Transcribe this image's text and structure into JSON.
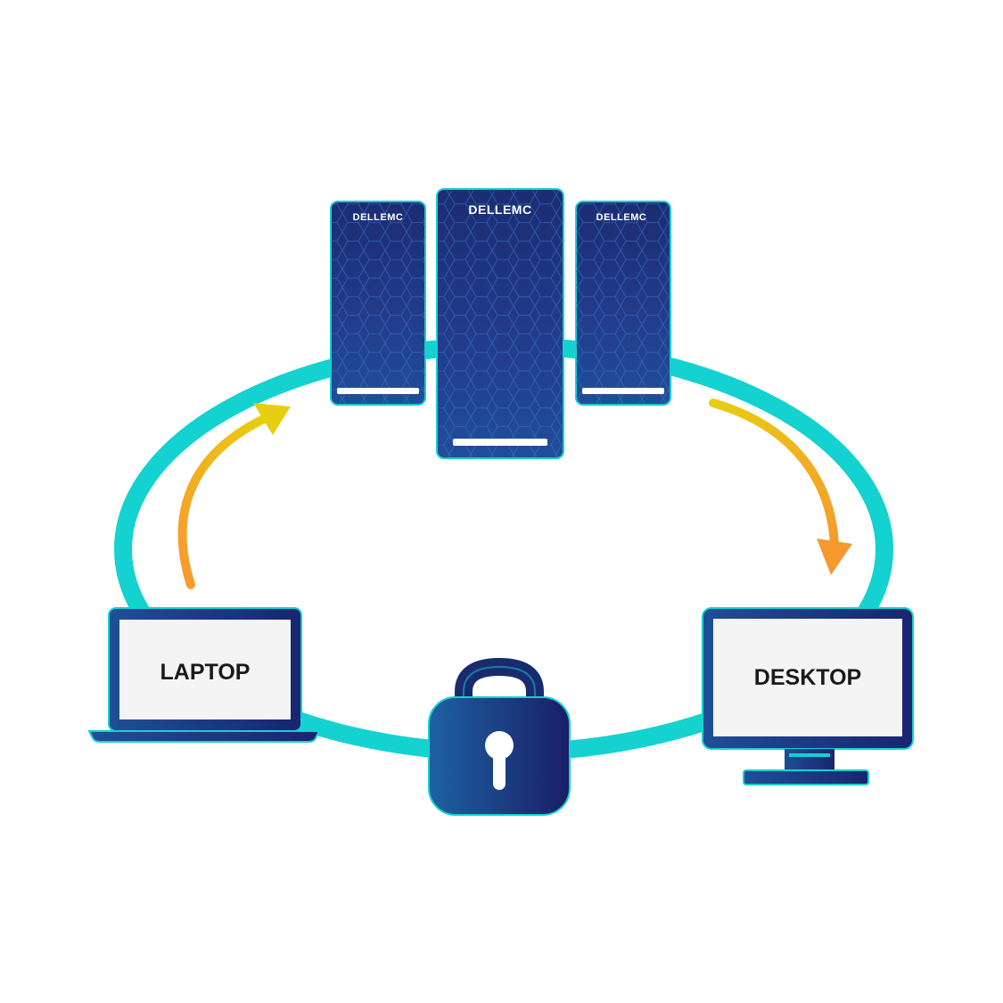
{
  "colors": {
    "ring": "#14d2cf",
    "navy_dark": "#1a2a6e",
    "navy_mid": "#243a8c",
    "navy_light": "#1f4f9a",
    "lock_left": "#1d5fa0",
    "lock_right": "#1a1f6a",
    "arrow_start": "#f7a42a",
    "arrow_end": "#e8cc10",
    "screen": "#f4f4f4",
    "outline": "#1a2a6e"
  },
  "servers": {
    "left": {
      "brand": "DELLEMC",
      "icon": "server-tower-icon"
    },
    "center": {
      "brand": "DELLEMC",
      "icon": "server-tower-icon"
    },
    "right": {
      "brand": "DELLEMC",
      "icon": "server-tower-icon"
    }
  },
  "laptop": {
    "label": "LAPTOP",
    "icon": "laptop-icon"
  },
  "desktop": {
    "label": "DESKTOP",
    "icon": "desktop-monitor-icon"
  },
  "lock": {
    "icon": "padlock-icon"
  },
  "arrows": {
    "upload": {
      "icon": "curved-arrow-up-icon"
    },
    "download": {
      "icon": "curved-arrow-down-icon"
    }
  }
}
